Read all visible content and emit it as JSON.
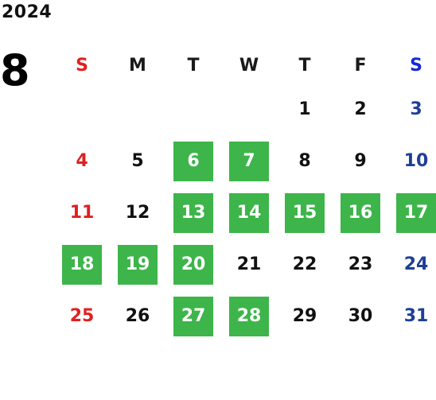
{
  "year": "2024",
  "month": "8",
  "weekdays": [
    "S",
    "M",
    "T",
    "W",
    "T",
    "F",
    "S"
  ],
  "weeks": [
    [
      "",
      "",
      "",
      "",
      "1",
      "2",
      "3"
    ],
    [
      "4",
      "5",
      "6",
      "7",
      "8",
      "9",
      "10"
    ],
    [
      "11",
      "12",
      "13",
      "14",
      "15",
      "16",
      "17"
    ],
    [
      "18",
      "19",
      "20",
      "21",
      "22",
      "23",
      "24"
    ],
    [
      "25",
      "26",
      "27",
      "28",
      "29",
      "30",
      "31"
    ]
  ],
  "highlighted_days": [
    "6",
    "7",
    "13",
    "14",
    "15",
    "16",
    "17",
    "18",
    "19",
    "20",
    "27",
    "28"
  ],
  "colors": {
    "highlight": "#3db54a",
    "sunday": "#e02020",
    "saturday_header": "#1428d8",
    "saturday": "#1e3f96",
    "weekday": "#111111"
  }
}
